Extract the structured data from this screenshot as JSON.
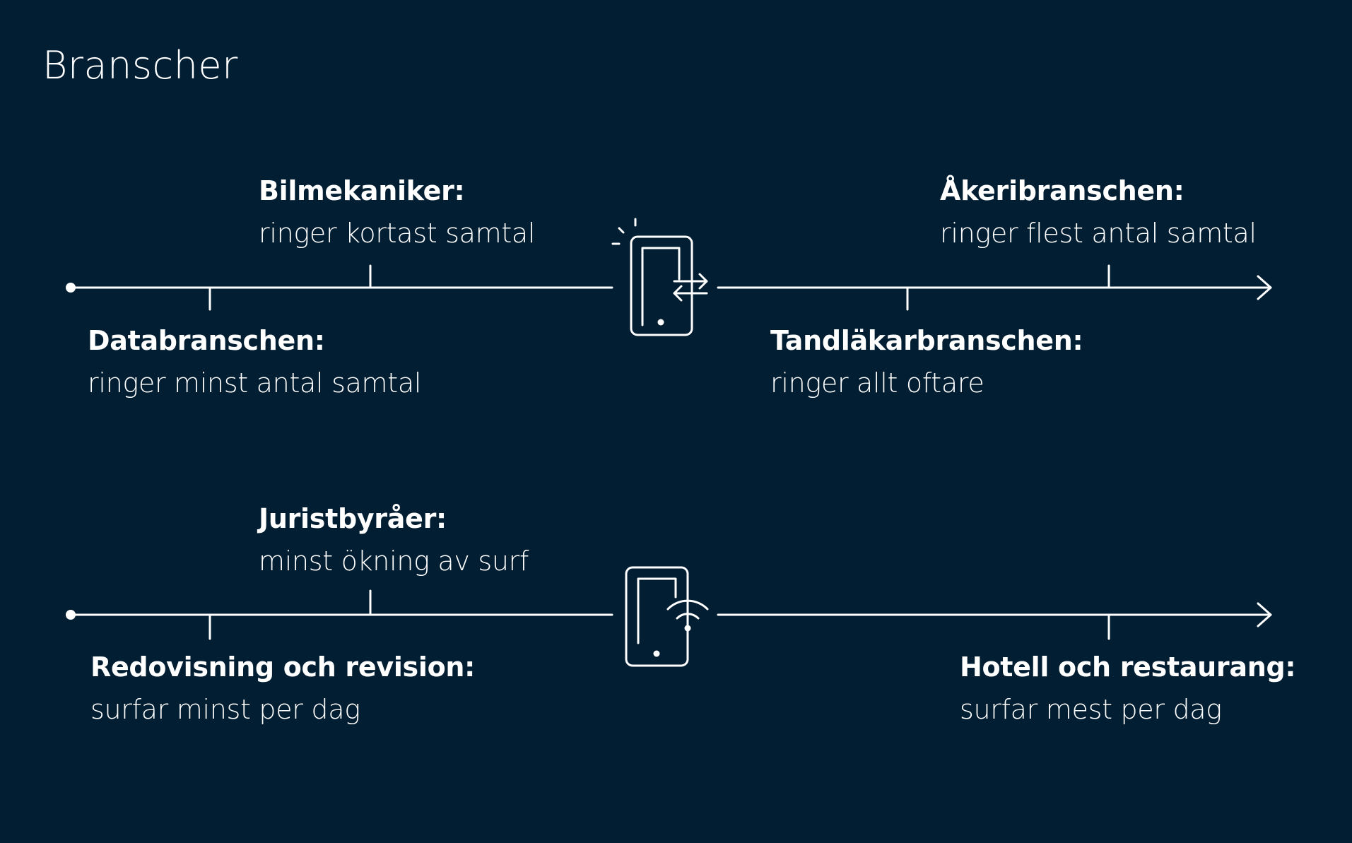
{
  "title": "Branscher",
  "colors": {
    "background": "#021e33",
    "foreground": "#ffffff"
  },
  "timelines": [
    {
      "icon": "phone-call-transfer-icon",
      "labels": [
        {
          "id": "bilmekaniker",
          "heading": "Bilmekaniker:",
          "text": "ringer kortast samtal"
        },
        {
          "id": "databranschen",
          "heading": "Databranschen:",
          "text": "ringer minst antal samtal"
        },
        {
          "id": "akeri",
          "heading": "Åkeribranschen:",
          "text": "ringer flest antal samtal"
        },
        {
          "id": "tandlakar",
          "heading": "Tandläkarbranschen:",
          "text": "ringer allt oftare"
        }
      ]
    },
    {
      "icon": "phone-wifi-icon",
      "labels": [
        {
          "id": "jurist",
          "heading": "Juristbyråer:",
          "text": "minst ökning av surf"
        },
        {
          "id": "redovisning",
          "heading": "Redovisning och revision:",
          "text": "surfar minst per dag"
        },
        {
          "id": "hotell",
          "heading": "Hotell och restaurang:",
          "text": "surfar mest per dag"
        }
      ]
    }
  ]
}
